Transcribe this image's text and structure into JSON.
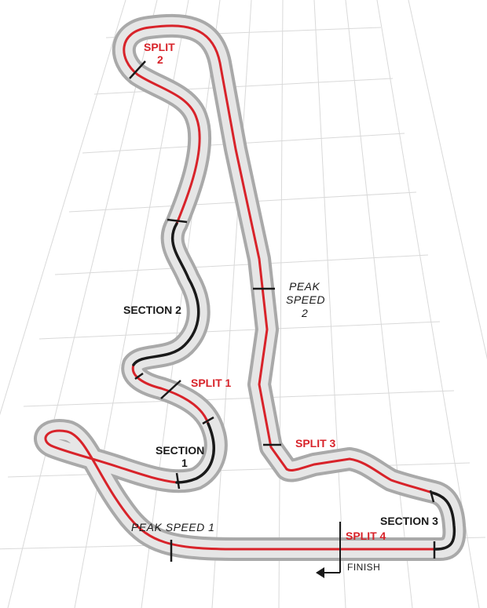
{
  "labels": {
    "split1": "SPLIT 1",
    "split2_line1": "SPLIT",
    "split2_line2": "2",
    "split3": "SPLIT 3",
    "split4": "SPLIT 4",
    "section1_line1": "SECTION",
    "section1_line2": "1",
    "section2": "SECTION 2",
    "section3": "SECTION 3",
    "peak_speed1": "PEAK SPEED 1",
    "peak_speed2_line1": "PEAK",
    "peak_speed2_line2": "SPEED",
    "peak_speed2_line3": "2",
    "finish": "FINISH"
  },
  "colors": {
    "track_outer": "#a9a9a9",
    "track_inner": "#e6e6e6",
    "racing_line": "#d8232a",
    "section_line": "#1a1a1a",
    "grid": "#d9d9d9",
    "split_label": "#d8232a",
    "text": "#1a1a1a"
  },
  "icons": {
    "finish_arrow": "arrow-left-icon"
  }
}
